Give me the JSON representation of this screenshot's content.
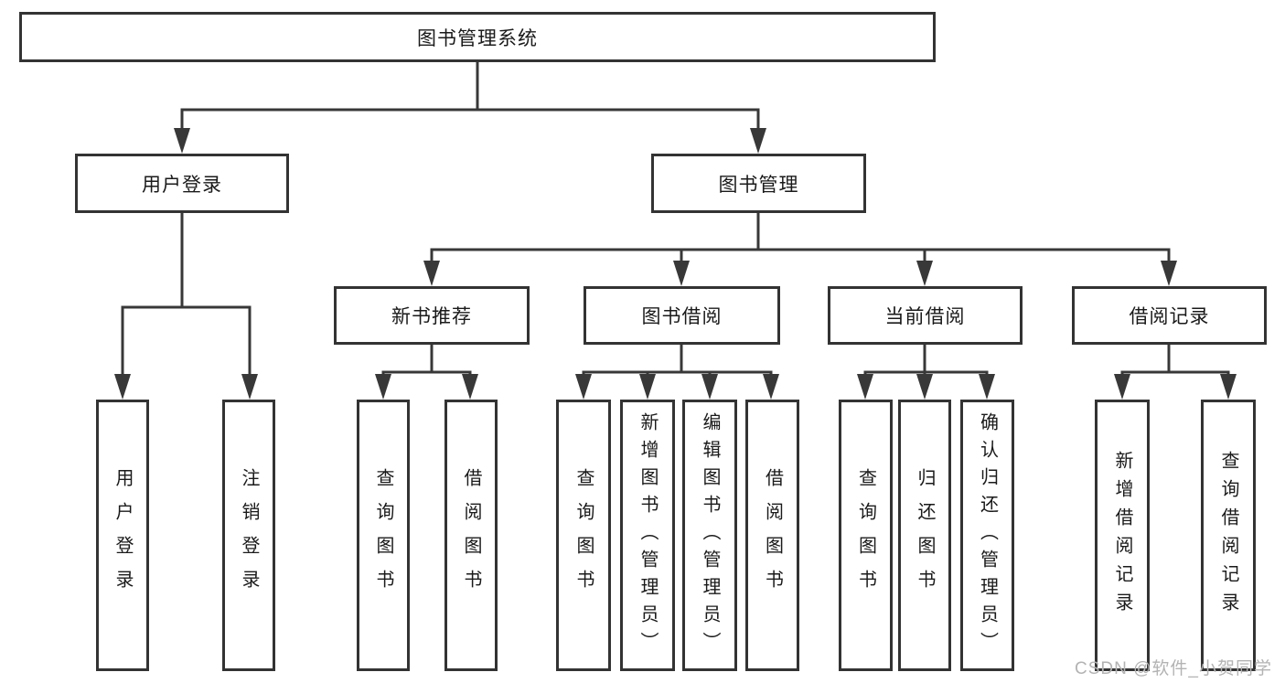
{
  "nodes": {
    "root": "图书管理系统",
    "user_login": "用户登录",
    "book_mgmt": "图书管理",
    "new_book_rec": "新书推荐",
    "book_borrowing": "图书借阅",
    "current_borrowing": "当前借阅",
    "borrowing_records": "借阅记录",
    "leaf_user_login": "用户登录",
    "leaf_logout": "注销登录",
    "leaf_rec_query_books": "查询图书",
    "leaf_rec_borrow_books": "借阅图书",
    "leaf_bor_query_books": "查询图书",
    "leaf_bor_add_books": "新增图书（管理员）",
    "leaf_bor_edit_books": "编辑图书（管理员）",
    "leaf_bor_borrow_books": "借阅图书",
    "leaf_cur_query_books": "查询图书",
    "leaf_cur_return_books": "归还图书",
    "leaf_cur_confirm_return": "确认归还（管理员）",
    "leaf_rcd_add_record": "新增借阅记录",
    "leaf_rcd_query_record": "查询借阅记录"
  },
  "watermark": "CSDN @软件_小贺同学",
  "colors": {
    "line": "#383838",
    "text": "#1a1a1a",
    "watermark": "#b3b3b3",
    "background": "#ffffff"
  }
}
